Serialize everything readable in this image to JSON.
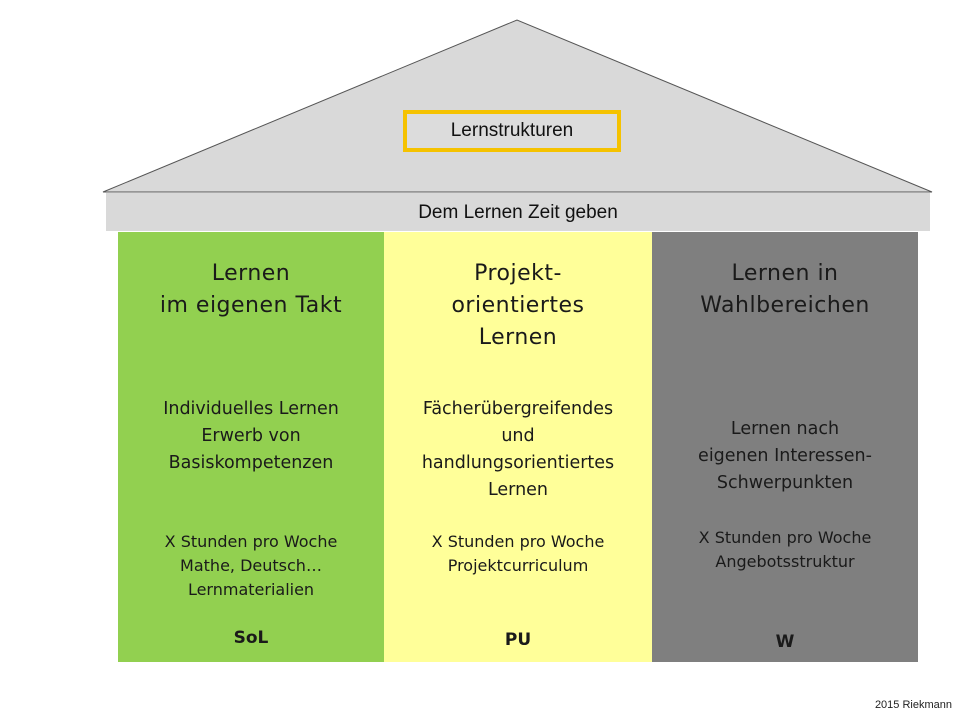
{
  "roof": {
    "label": "Lernstrukturen",
    "subtitle": "Dem Lernen Zeit geben"
  },
  "pillars": [
    {
      "title_lines": [
        "Lernen",
        "im eigenen Takt"
      ],
      "desc_lines": [
        "Individuelles Lernen",
        "Erwerb von",
        "Basiskompetenzen"
      ],
      "hours_lines": [
        "X Stunden pro Woche",
        "Mathe, Deutsch…",
        "Lernmaterialien"
      ],
      "code": "SoL"
    },
    {
      "title_lines": [
        "Projekt-",
        "orientiertes",
        "Lernen"
      ],
      "desc_lines": [
        "Fächerübergreifendes",
        "und",
        "handlungsorientiertes",
        "Lernen"
      ],
      "hours_lines": [
        "X Stunden pro Woche",
        "Projektcurriculum"
      ],
      "code": "PU"
    },
    {
      "title_lines": [
        "Lernen in",
        "Wahlbereichen"
      ],
      "desc_lines": [
        "Lernen nach",
        "eigenen Interessen-",
        "Schwerpunkten"
      ],
      "hours_lines": [
        "X Stunden pro Woche",
        "Angebotsstruktur"
      ],
      "code": "W"
    }
  ],
  "colors": {
    "roof": "#d9d9d9",
    "frame": "#f5c200",
    "pillar_green": "#92d050",
    "pillar_yellow": "#ffff99",
    "pillar_gray": "#7f7f7f"
  },
  "footer": {
    "copyright": "2015 Riekmann"
  }
}
